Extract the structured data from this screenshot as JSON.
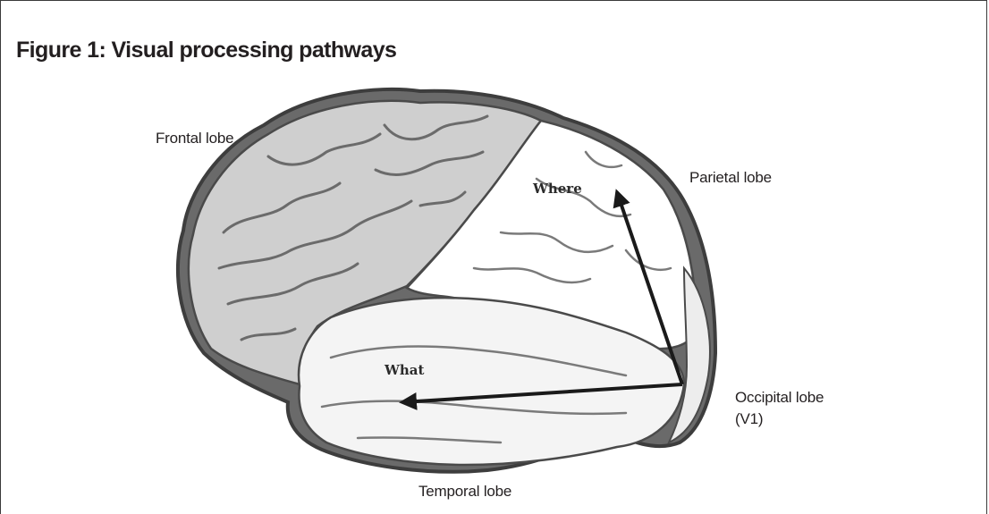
{
  "figure": {
    "title": "Figure 1: Visual processing pathways"
  },
  "lobes": {
    "frontal": "Frontal lobe",
    "parietal": "Parietal lobe",
    "temporal": "Temporal lobe",
    "occipital_line1": "Occipital lobe",
    "occipital_line2": "(V1)"
  },
  "pathways": {
    "dorsal": "Where",
    "ventral": "What"
  },
  "colors": {
    "frontal_fill": "#cfcfcf",
    "brain_fill": "#f2f2f2",
    "outline": "#4a4a4a",
    "arrow": "#1a1a1a"
  }
}
